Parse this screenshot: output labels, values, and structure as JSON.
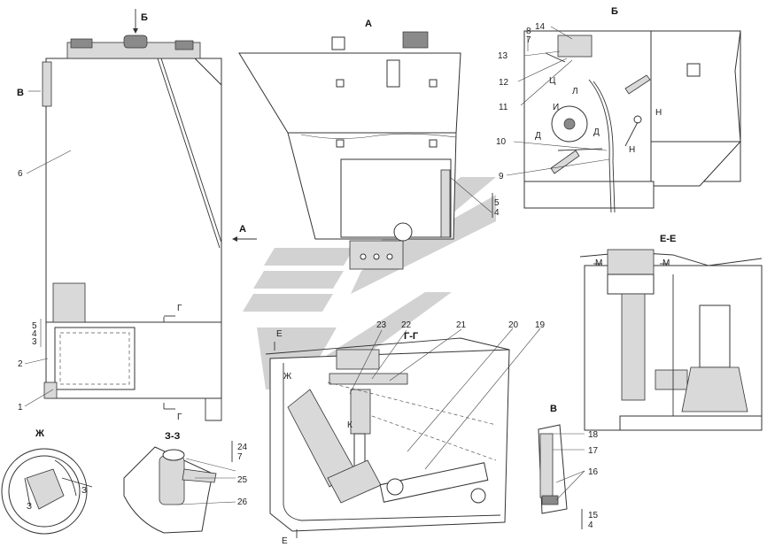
{
  "views": {
    "a": "А",
    "b": "Б",
    "v": "В",
    "g": "Г-Г",
    "e": "Е-Е",
    "zh": "Ж",
    "z": "З-З"
  },
  "markers": {
    "b": "Б",
    "a": "А",
    "v": "В",
    "g": "Г",
    "d": "Д",
    "n": "Н",
    "m": "М",
    "e": "Е",
    "zh": "Ж",
    "k": "К",
    "z": "З",
    "ts": "Ц",
    "l": "Л",
    "i": "И"
  },
  "labels": {
    "n1": "1",
    "n2": "2",
    "n3": "3",
    "n4": "4",
    "n5": "5",
    "n6": "6",
    "n7": "7",
    "n8": "8",
    "n9": "9",
    "n10": "10",
    "n11": "11",
    "n12": "12",
    "n13": "13",
    "n14": "14",
    "n15": "15",
    "n16": "16",
    "n17": "17",
    "n18": "18",
    "n19": "19",
    "n20": "20",
    "n21": "21",
    "n22": "22",
    "n23": "23",
    "n24": "24",
    "n25": "25",
    "n26": "26"
  },
  "colors": {
    "line": "#333333",
    "shade": "#d9d9d9",
    "watermark": "#c8c8c8"
  }
}
